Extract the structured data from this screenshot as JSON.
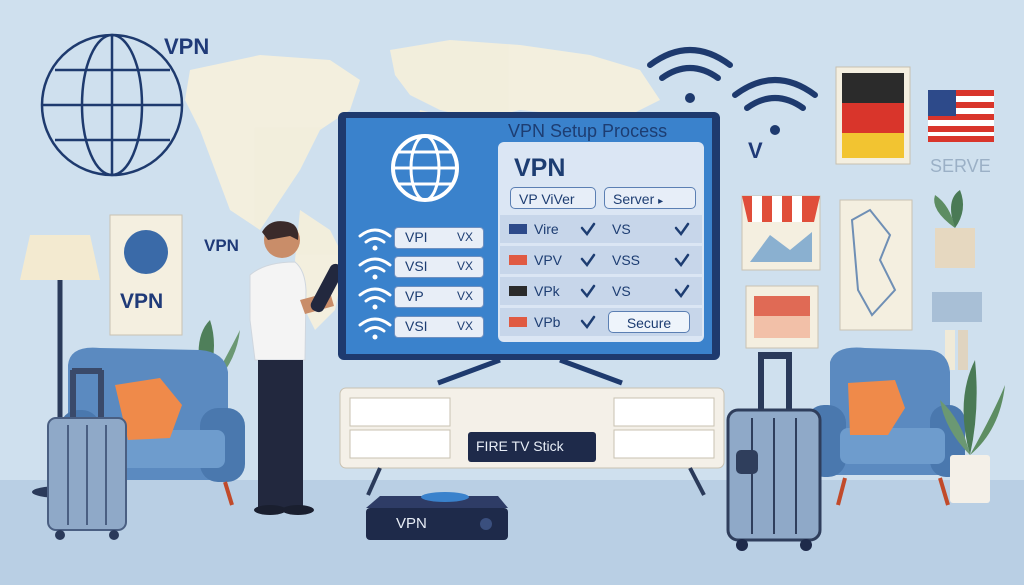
{
  "scene": {
    "wall_labels": {
      "top_left": "VPN",
      "mid_left": "VPN",
      "poster": "VPN",
      "shelf_sign": "SERVE"
    },
    "tv": {
      "title": "VPN Setup Process",
      "panel": {
        "heading": "VPN",
        "tab_left": "VP ViVer",
        "tab_right": "Server",
        "rows": [
          {
            "name": "Vire",
            "value": "VS"
          },
          {
            "name": "VPV",
            "value": "VSS"
          },
          {
            "name": "VPk",
            "value": "VS"
          },
          {
            "name": "VPb",
            "value": "Secure"
          }
        ]
      },
      "side_items": [
        {
          "label": "VPI",
          "mark": "VX"
        },
        {
          "label": "VSI",
          "mark": "VX"
        },
        {
          "label": "VP",
          "mark": "VX"
        },
        {
          "label": "VSI",
          "mark": "VX"
        }
      ]
    },
    "fire_tv_label": "FIRE TV Stick",
    "router_label": "VPN",
    "wifi_label": "V"
  },
  "colors": {
    "wall": "#cfe0ee",
    "tv_screen": "#3a82cc",
    "tv_frame": "#1e3a6e",
    "panel": "#dbe6f4",
    "accent_orange": "#ef8a4a",
    "chair": "#5b8ac0"
  }
}
